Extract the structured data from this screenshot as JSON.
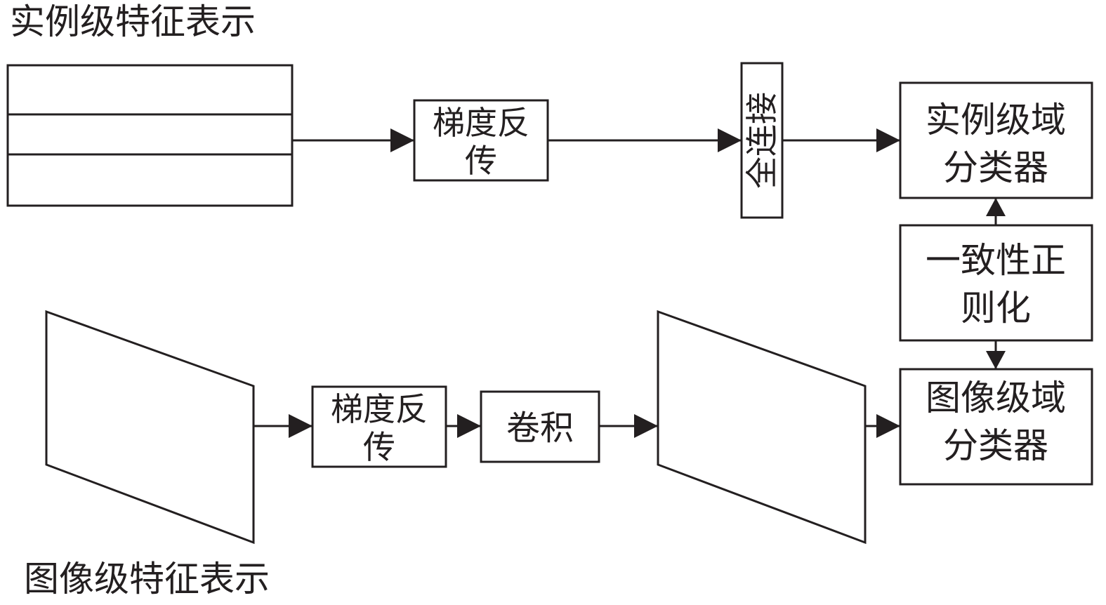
{
  "diagram": {
    "instance_feature_title": "实例级特征表示",
    "image_feature_title": "图像级特征表示",
    "grl_top": [
      "梯度反",
      "传"
    ],
    "fully_connected": "全连接",
    "instance_classifier": [
      "实例级域",
      "分类器"
    ],
    "consistency_reg": [
      "一致性正",
      "则化"
    ],
    "image_classifier": [
      "图像级域",
      "分类器"
    ],
    "grl_bottom": [
      "梯度反",
      "传"
    ],
    "convolution": "卷积"
  }
}
